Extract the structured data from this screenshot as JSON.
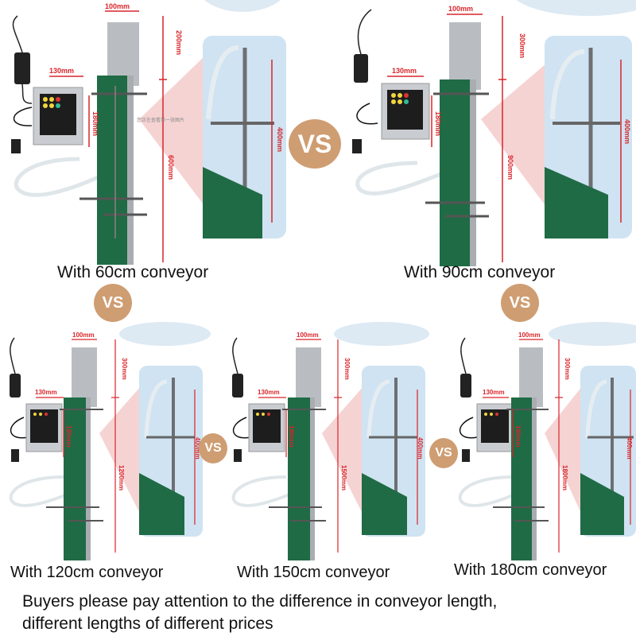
{
  "panels": [
    {
      "caption": "With 60cm conveyor",
      "width_dim": "100mm",
      "top_dim": "200mm",
      "body_dim": "600mm",
      "box_w": "130mm",
      "box_h": "180mm",
      "nozzle_dim": "400mm"
    },
    {
      "caption": "With 90cm conveyor",
      "width_dim": "100mm",
      "top_dim": "300mm",
      "body_dim": "900mm",
      "box_w": "130mm",
      "box_h": "180mm",
      "nozzle_dim": "400mm"
    },
    {
      "caption": "With 120cm conveyor",
      "width_dim": "100mm",
      "top_dim": "300mm",
      "body_dim": "1200mm",
      "box_w": "130mm",
      "box_h": "180mm",
      "nozzle_dim": "400mm"
    },
    {
      "caption": "With 150cm conveyor",
      "width_dim": "100mm",
      "top_dim": "300mm",
      "body_dim": "1500mm",
      "box_w": "130mm",
      "box_h": "180mm",
      "nozzle_dim": "400mm"
    },
    {
      "caption": "With 180cm conveyor",
      "width_dim": "100mm",
      "top_dim": "300mm",
      "body_dim": "1800mm",
      "box_w": "130mm",
      "box_h": "180mm",
      "nozzle_dim": "400mm"
    }
  ],
  "vs_label": "VS",
  "watermark": "您正在查看第一张图片",
  "footer": {
    "line1": "Buyers please pay attention to the difference in conveyor length,",
    "line2": "different lengths of different prices"
  },
  "colors": {
    "accent_red": "#d9252a",
    "vs_badge": "#cf9d72",
    "conveyor_green": "#1f6b45",
    "background_arc": "#dde9f3"
  }
}
